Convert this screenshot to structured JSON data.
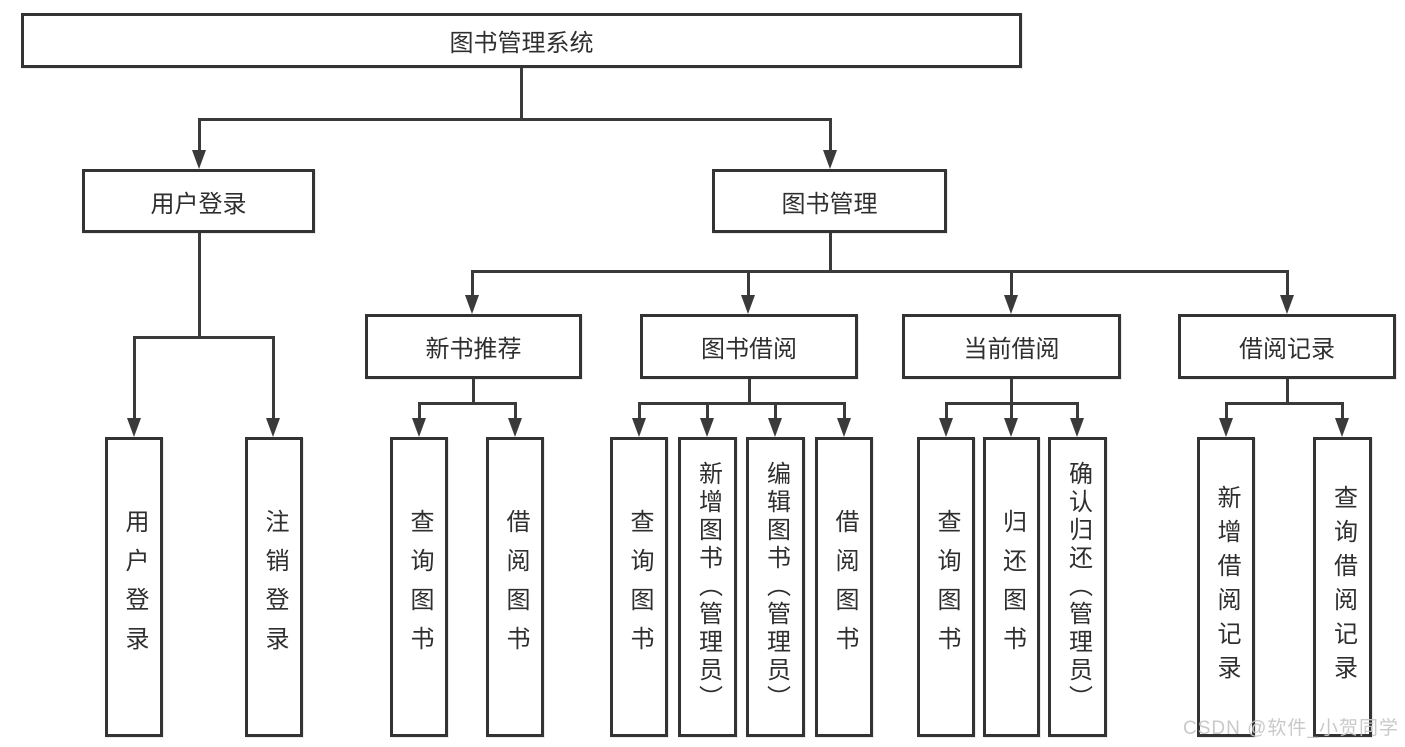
{
  "diagram": {
    "root": "图书管理系统",
    "branches": {
      "user": "用户登录",
      "book": "图书管理"
    },
    "modules": {
      "newbook": "新书推荐",
      "borrow": "图书借阅",
      "current": "当前借阅",
      "records": "借阅记录"
    },
    "leaves": {
      "user_login": "用户登录",
      "logout": "注销登录",
      "nb_query": "查询图书",
      "nb_borrow": "借阅图书",
      "bw_query": "查询图书",
      "bw_add": "新增图书（管理员）",
      "bw_edit": "编辑图书（管理员）",
      "bw_borrow": "借阅图书",
      "cu_query": "查询图书",
      "cu_return": "归还图书",
      "cu_confirm": "确认归还（管理员）",
      "rc_add": "新增借阅记录",
      "rc_query": "查询借阅记录"
    }
  },
  "watermark": "CSDN @软件_小贺同学",
  "colors": {
    "line": "#3a3a3a",
    "border": "#333333",
    "text": "#2f2f2f",
    "watermark": "#c6c6c6",
    "background": "#ffffff"
  }
}
